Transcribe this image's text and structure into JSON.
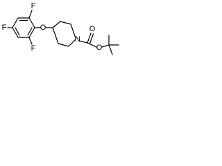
{
  "molecule": {
    "atoms": {
      "fluorine_top": "F",
      "fluorine_left": "F",
      "fluorine_bottom": "F",
      "ether_oxygen": "O",
      "ring_nitrogen": "N",
      "carbonyl_oxygen": "O",
      "ester_oxygen": "O"
    }
  }
}
